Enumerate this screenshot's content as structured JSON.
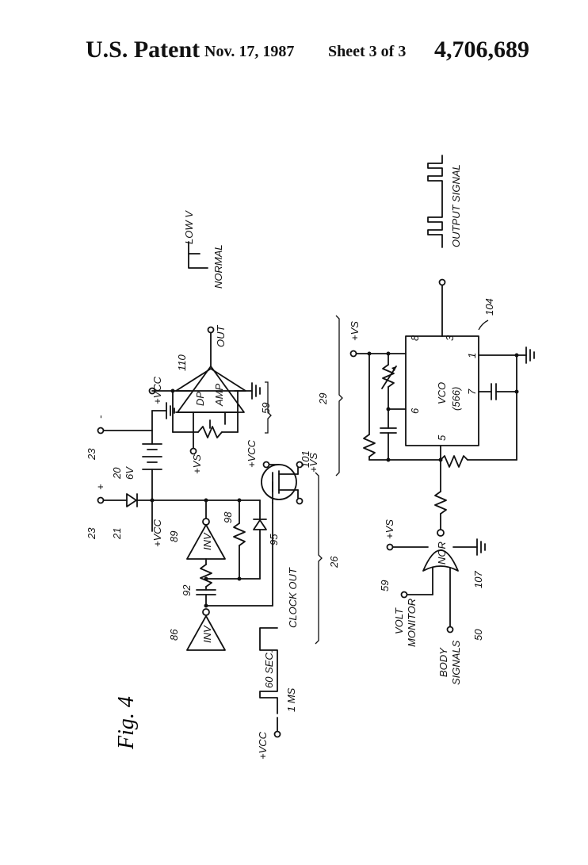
{
  "header": {
    "title": "U.S. Patent",
    "date": "Nov. 17, 1987",
    "sheet": "Sheet 3 of 3",
    "patent_number": "4,706,689"
  },
  "figure": {
    "fig_label": "Fig. 4",
    "labels": {
      "n23a": "23",
      "n23b": "23",
      "plus": "+",
      "minus": "-",
      "n21": "21",
      "n20": "20",
      "v6": "6V",
      "vcc_a": "+VCC",
      "vcc_b": "+VCC",
      "vcc_c": "+VCC",
      "vcc_d": "+VCC",
      "vs_a": "+VS",
      "vs_b": "+VS",
      "vs_c": "+VS",
      "vs_d": "+VS",
      "n110": "110",
      "dp": "DP",
      "amp": "AMP",
      "out": "OUT",
      "n59a": "59",
      "n59b": "59",
      "low_v": "LOW V",
      "normal": "NORMAL",
      "n89": "89",
      "inv_a": "INV",
      "n98": "98",
      "n95": "95",
      "n86": "86",
      "inv_b": "INV",
      "n92": "92",
      "clock_out": "CLOCK OUT",
      "n101": "101",
      "n26": "26",
      "sec60": "60 SEC.",
      "ms1": "1 MS",
      "n29": "29",
      "vco": "VCO",
      "vco_part": "(566)",
      "pin8": "8",
      "pin3": "3",
      "pin1": "1",
      "pin6": "6",
      "pin7": "7",
      "pin5": "5",
      "n104": "104",
      "output_signal": "OUTPUT SIGNAL",
      "nor": "NOR",
      "n107": "107",
      "volt_monitor_1": "VOLT",
      "volt_monitor_2": "MONITOR",
      "body_1": "BODY",
      "body_2": "SIGNALS",
      "n50": "50"
    }
  }
}
